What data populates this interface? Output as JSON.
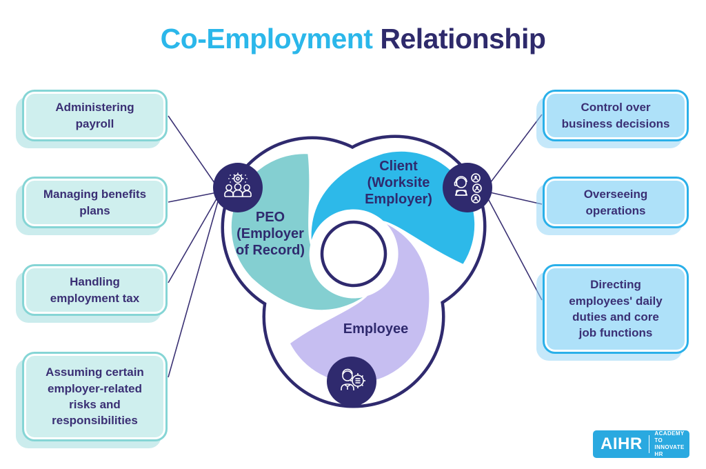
{
  "title": {
    "part1": "Co-Employment",
    "part2": " Relationship"
  },
  "colors": {
    "accent_cyan": "#2bb7ea",
    "navy": "#2f2a6e",
    "teal_arm": "#84cfd1",
    "blue_arm": "#2db9e9",
    "lavender_arm": "#c6bef1",
    "left_box_fill": "#cfefee",
    "left_box_border": "#85d5d5",
    "right_box_fill": "#aee1f9",
    "right_box_border": "#2ab0e9",
    "logo_bg": "#2aa9e0"
  },
  "boxes": {
    "left": [
      {
        "label": "Administering payroll",
        "lines": [
          "Administering",
          "payroll"
        ]
      },
      {
        "label": "Managing benefits plans",
        "lines": [
          "Managing benefits",
          "plans"
        ]
      },
      {
        "label": "Handling employment tax",
        "lines": [
          "Handling",
          "employment tax"
        ]
      },
      {
        "label": "Assuming certain employer-related risks and responsibilities",
        "lines": [
          "Assuming certain",
          "employer-related",
          "risks and",
          "responsibilities"
        ]
      }
    ],
    "right": [
      {
        "label": "Control over business decisions",
        "lines": [
          "Control over",
          "business decisions"
        ]
      },
      {
        "label": "Overseeing operations",
        "lines": [
          "Overseeing",
          "operations"
        ]
      },
      {
        "label": "Directing employees' daily duties and core job functions",
        "lines": [
          "Directing",
          "employees' daily",
          "duties and core",
          "job functions"
        ]
      }
    ]
  },
  "center": {
    "peo": {
      "label": "PEO (Employer of Record)",
      "lines": [
        "PEO",
        "(Employer",
        "of Record)"
      ]
    },
    "client": {
      "label": "Client (Worksite Employer)",
      "lines": [
        "Client",
        "(Worksite",
        "Employer)"
      ]
    },
    "employee": {
      "label": "Employee",
      "lines": [
        "Employee"
      ]
    }
  },
  "icons": {
    "peo": "team-with-gear-icon",
    "client": "manager-with-laptop-and-people-icon",
    "employee": "worker-with-gear-icon"
  },
  "logo": {
    "brand": "AIHR",
    "tagline1": "ACADEMY TO",
    "tagline2": "INNOVATE HR"
  }
}
